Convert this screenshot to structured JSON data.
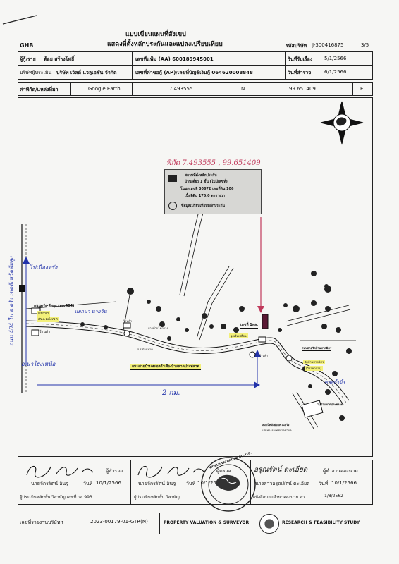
{
  "header": {
    "brand": "GHB",
    "title_line1": "แบบเขียนแผนที่สังเขป",
    "title_line2": "แสดงที่ตั้งหลักประกันและแปลงเปรียบเทียบ",
    "company_code_label": "รหัสบริษัท",
    "company_code": "J-300416875",
    "page": "3/5"
  },
  "info": {
    "borrower_label": "ผู้กู้/ราย",
    "borrower": "ต้อย สร้างโพธิ์",
    "file_no": "เลขที่แฟ้ม (AA) 600189945001",
    "received_label": "วันที่รับเรื่อง",
    "received_date": "5/1/2566",
    "appraiser_label": "บริษัทผู้ประเมิน",
    "appraiser": "บริษัท เวิลด์ แวลูเอชั่น จำกัด",
    "request_no": "เลขที่คำขอกู้ (AP)/เลขที่บัญชีเงินกู้ 064620008848",
    "survey_label": "วันที่สำรวจ",
    "survey_date": "6/1/2566",
    "coord_label": "ค่าพิกัด/แหล่งที่มา",
    "source": "Google Earth",
    "lat": "7.493555",
    "lat_dir": "N",
    "lon": "99.651409",
    "lon_dir": "E"
  },
  "map": {
    "north_label": "N",
    "handwritten_coord": "พิกัด 7.493555 , 99.651409",
    "legend": {
      "line1": "สถานที่ตั้งหลักประกัน",
      "line2": "บ้านเดี่ยว 1 ชั้น (ไม่มีเลขที่)",
      "line3": "โฉนดเลขที่ 30672 เลขที่ดิน 106",
      "line4": "เนื้อที่ดิน 176.0 ตารางวา",
      "line5": "ข้อมูลเปรียบเทียบหลักประกัน"
    },
    "labels": {
      "phatthalung_road": "ถนนตรัง-พัทลุง (ทล.404)",
      "branch_label": "แยกนา",
      "town_hall": "สนง.คลังเขต",
      "side_road": "ถ่ายบ้านโคกยาง",
      "temple1": "ร.ร.บ้านหาด",
      "main_road": "ถนนสายบ้านหนองตำเสือ-บ้านหาดประพลาด",
      "collateral_tag": "เลขที่ 1ทล.",
      "shop": "ร้านค้า",
      "junction": "จุดเริ่มเปลี่ยน",
      "right_road": "ถนนสายวัดบ้านหาดมิตร",
      "temple2a": "วัดบ้านหาดมิตร",
      "temple2b": "(วัดโคกล่าง)",
      "village_road": "ไปบ้านหาดประพลาด",
      "bottom_road1": "สถานีคลังย่อยควนปริง",
      "bottom_road2": "เส้นทางรถเทศบาลตำบล",
      "shop_left": "ร้านค้า",
      "shop_mid": "ร้านค้า"
    },
    "handwriting": {
      "vertical_left": "ถนน 404 ไป จ.ตรัง เขตจังหวัดพัทลุง",
      "to_trang": "ไปเมืองตรัง",
      "branch_note": "แยกนา นายจีน",
      "bottom_left": "อ.นาโยงเหนือ",
      "distance": "2 กม.",
      "right_note": "ซอยถ้ำผึ้ง"
    }
  },
  "signatures": {
    "surveyor_role": "ผู้สำรวจ",
    "surveyor_name": "นายจักรรัตน์ อินจู",
    "surveyor_date_label": "วันที่",
    "surveyor_date": "10/1/2566",
    "reviewer_role": "ผู้ตรวจ",
    "reviewer_name": "นายจักรรัตน์ อินจู",
    "reviewer_date_label": "วันที่",
    "reviewer_date": "10/1/2566",
    "manager_role": "ผู้ทำงานจองนาม",
    "manager_name": "นางสาวอรุณรัตน์ ตะเอียด",
    "manager_date_label": "วันที่",
    "manager_date": "10/1/2566",
    "manager_handwritten": "อรุณรัตน์ ตะเอียด",
    "license1": "ผู้ประเมินหลักขั้น   วิสามัญ เลขที่ วส.993",
    "license2": "ผู้ประเมินหลักขั้น วิสามัญ",
    "license3": "หนังสือมอบอำนาจลงนาม ลว.",
    "license3_date": "1/8/2562",
    "seal_text": "WORLD VALUATION CO.,LTD."
  },
  "footer": {
    "report_label": "เลขที่รายงานบริษัทฯ",
    "report_no": "2023-00179-01-GTR(N)",
    "brand_left": "PROPERTY VALUATION & SURVEYOR",
    "brand_right": "RESEARCH & FEASIBILITY STUDY"
  }
}
